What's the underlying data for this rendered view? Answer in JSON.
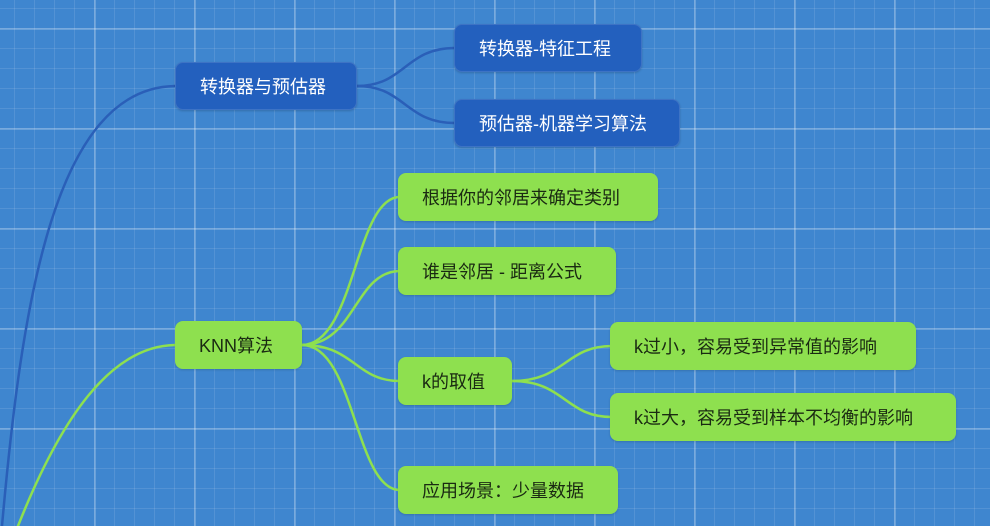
{
  "colors": {
    "background": "#3f86cf",
    "blue_node": "#2360be",
    "blue_link": "#2a5fb8",
    "green_node": "#8ee04f",
    "green_link": "#8ee04f"
  },
  "nodes": {
    "transformer_estimator": {
      "label": "转换器与预估器"
    },
    "transformer_feature": {
      "label": "转换器-特征工程"
    },
    "estimator_ml": {
      "label": "预估器-机器学习算法"
    },
    "knn": {
      "label": "KNN算法"
    },
    "knn_neighbors": {
      "label": "根据你的邻居来确定类别"
    },
    "knn_distance": {
      "label": "谁是邻居 - 距离公式"
    },
    "knn_k_value": {
      "label": "k的取值"
    },
    "k_small": {
      "label": "k过小，容易受到异常值的影响"
    },
    "k_large": {
      "label": "k过大，容易受到样本不均衡的影响"
    },
    "knn_scenario": {
      "label": "应用场景：少量数据"
    }
  }
}
